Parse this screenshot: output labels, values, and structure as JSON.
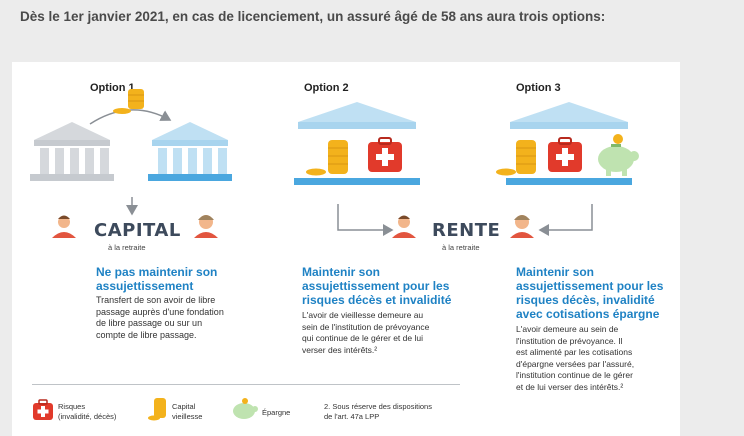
{
  "heading": "Dès le 1er janvier 2021, en cas de licenciement, un assuré âgé de 58 ans aura trois options:",
  "options": [
    {
      "title": "Option 1",
      "big_label": "CAPITAL",
      "sub_label": "à la retraite",
      "headline_lines": [
        "Ne pas maintenir son",
        "assujettissement"
      ],
      "description_lines": [
        "Transfert de son avoir de libre",
        "passage auprès d'une fondation",
        "de libre  passage ou sur un",
        "compte de libre passage."
      ]
    },
    {
      "title": "Option 2",
      "big_label": "RENTE",
      "sub_label": "à la retraite",
      "headline_lines": [
        "Maintenir son",
        "assujettissement pour les",
        "risques décès et invalidité"
      ],
      "description_lines": [
        "L'avoir de vieillesse demeure au",
        "sein de l'institution de prévoyance",
        "qui continue de le gérer et de lui",
        "verser des intérêts.²"
      ]
    },
    {
      "title": "Option 3",
      "headline_lines": [
        "Maintenir son",
        "assujettissement pour les",
        "risques décès, invalidité",
        "avec cotisations épargne"
      ],
      "description_lines": [
        "L'avoir demeure au sein de",
        "l'institution de prévoyance. Il",
        "est alimenté par les cotisations",
        "d'épargne versées par l'assuré,",
        "l'institution continue de le gérer",
        "et de lui verser des intérêts.²"
      ]
    }
  ],
  "legend": {
    "risk_lines": [
      "Risques",
      "(invalidité, décès)"
    ],
    "capital_lines": [
      "Capital",
      "vieillesse"
    ],
    "savings": "Épargne",
    "note_lines": [
      "2.  Sous réserve des dispositions",
      "de l'art. 47a LPP"
    ]
  },
  "colors": {
    "blue": "#1f82c4",
    "bank_light": "#bfe0f3",
    "bank_gray": "#d5d8dc",
    "red": "#e13a2b",
    "gold": "#f3b21c",
    "green": "#bfe3b0",
    "text_dark": "#3d4a5c"
  },
  "icons": [
    "bank-icon",
    "coins-icon",
    "medical-kit-icon",
    "piggy-bank-icon",
    "person-icon",
    "arrow-icon"
  ]
}
